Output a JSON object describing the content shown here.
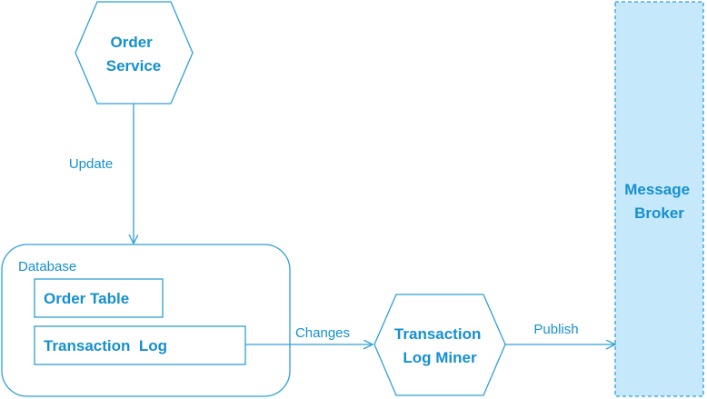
{
  "colors": {
    "stroke": "#2e9fd6",
    "text": "#1590cf",
    "broker_fill": "#c6e8fb",
    "background": "#ffffff"
  },
  "nodes": {
    "order_service": {
      "line1": "Order",
      "line2": "Service"
    },
    "database": {
      "label": "Database"
    },
    "order_table": {
      "label": "Order Table"
    },
    "transaction_log": {
      "label": "Transaction  Log"
    },
    "log_miner": {
      "line1": "Transaction",
      "line2": "Log Miner"
    },
    "message_broker": {
      "line1": "Message",
      "line2": "Broker"
    }
  },
  "edges": {
    "update": {
      "label": "Update"
    },
    "changes": {
      "label": "Changes"
    },
    "publish": {
      "label": "Publish"
    }
  }
}
